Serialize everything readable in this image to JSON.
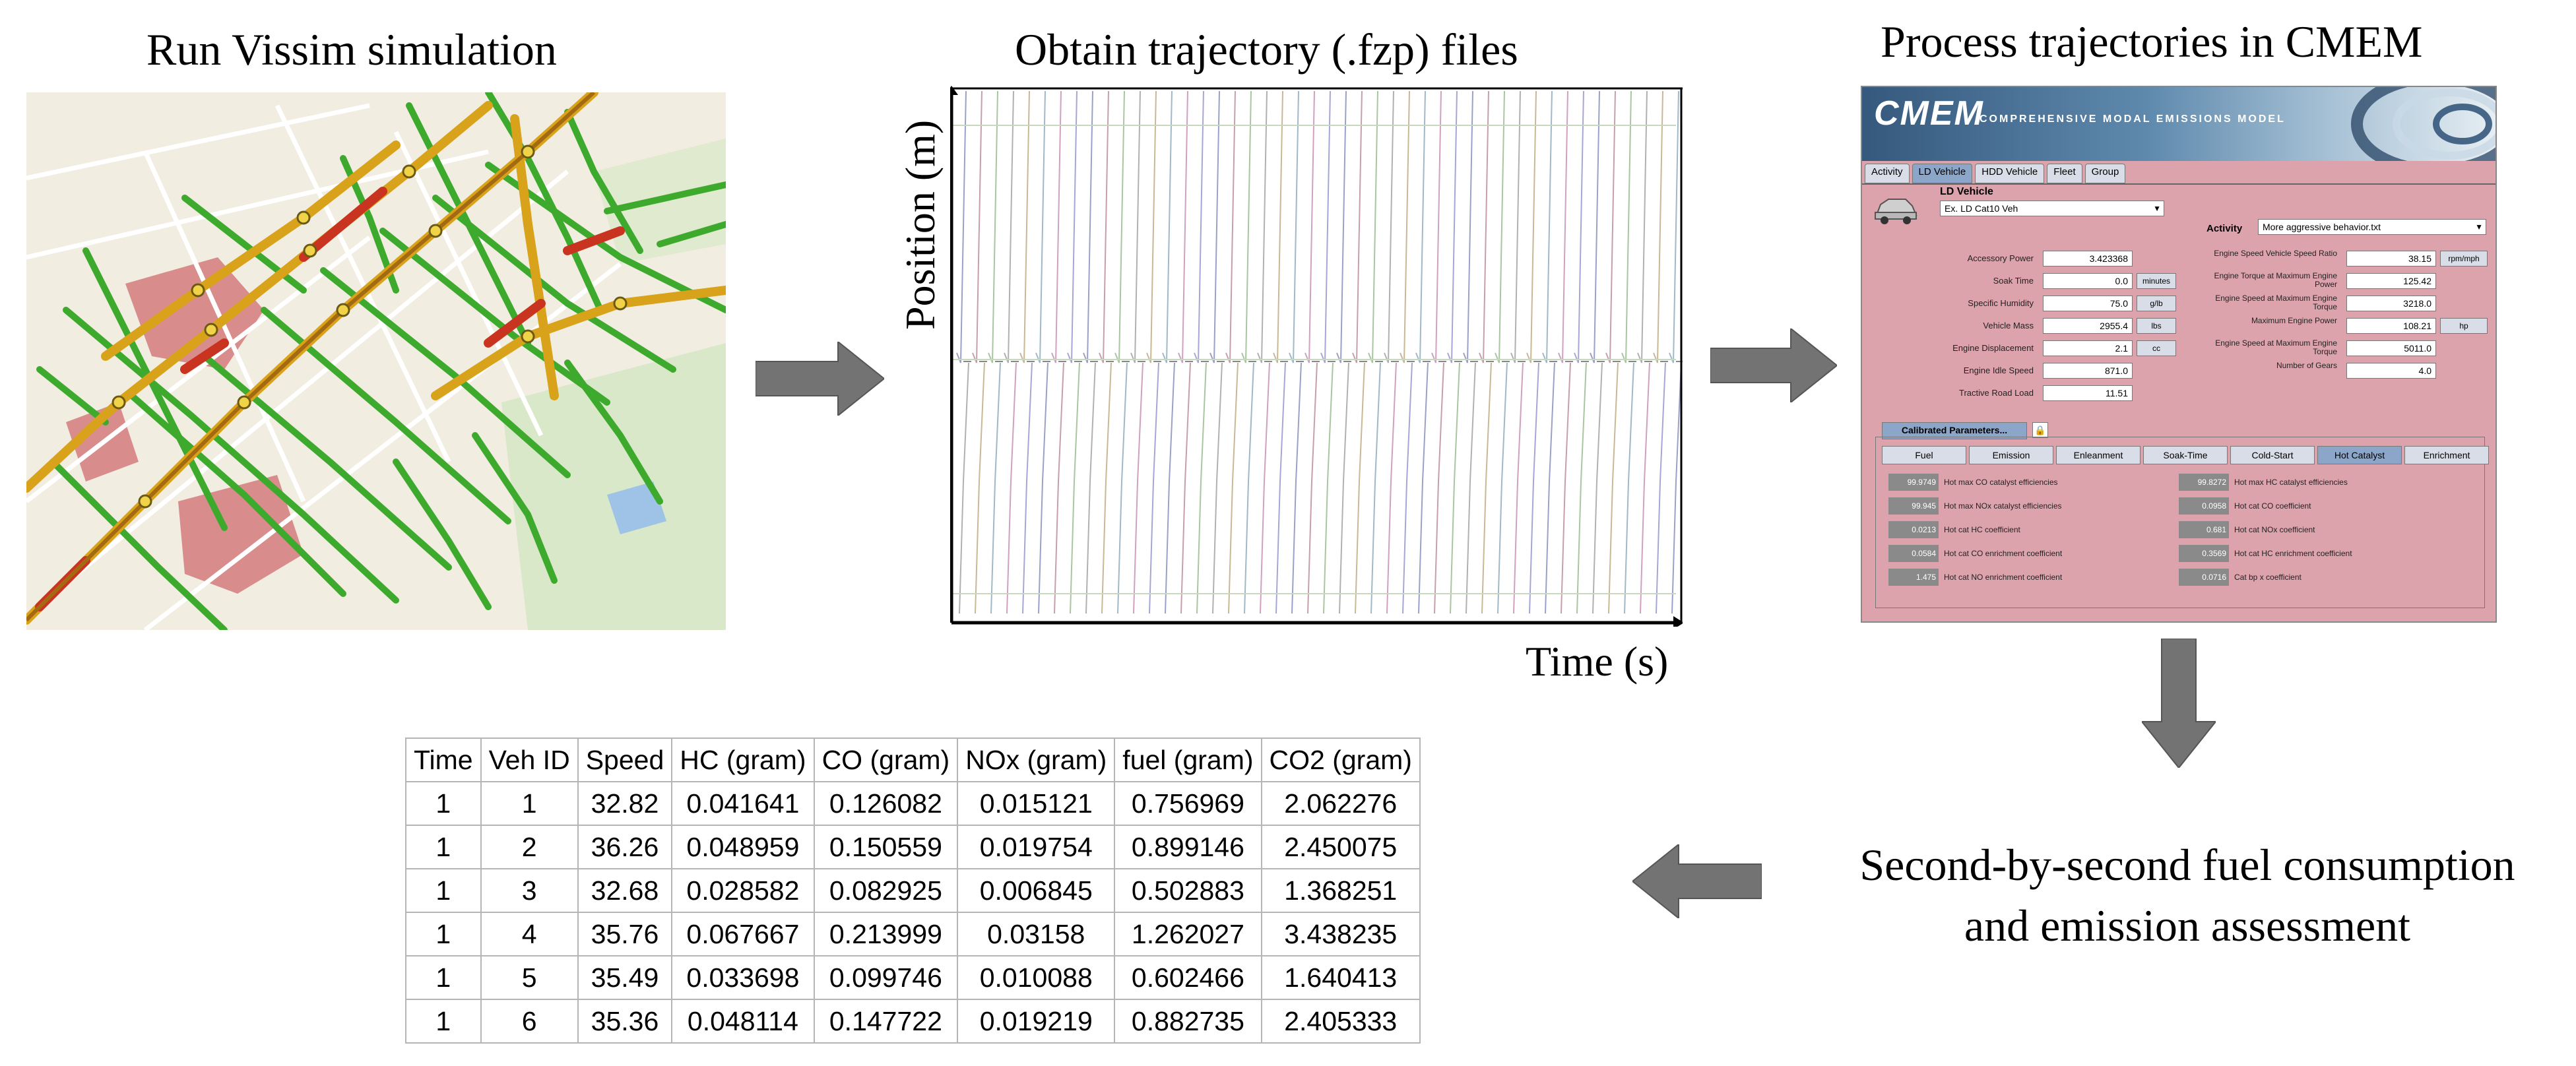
{
  "titles": {
    "step1": "Run Vissim simulation",
    "step2": "Obtain trajectory (.fzp) files",
    "step3": "Process trajectories in CMEM",
    "step4_line1": "Second-by-second fuel consumption",
    "step4_line2": "and emission assessment"
  },
  "trajectory_chart": {
    "ylabel": "Position (m)",
    "xlabel": "Time (s)"
  },
  "cmem": {
    "logo": "CMEM",
    "subtitle": "COMPREHENSIVE MODAL EMISSIONS MODEL",
    "tabs": [
      "Activity",
      "LD Vehicle",
      "HDD Vehicle",
      "Fleet",
      "Group"
    ],
    "ld_vehicle_label": "LD Vehicle",
    "vehicle_select": "Ex. LD Cat10 Veh",
    "activity_label": "Activity",
    "activity_select": "More aggressive behavior.txt",
    "left_params": [
      {
        "label": "Accessory Power",
        "value": "3.423368",
        "unit": ""
      },
      {
        "label": "Soak Time",
        "value": "0.0",
        "unit": "minutes"
      },
      {
        "label": "Specific Humidity",
        "value": "75.0",
        "unit": "g/lb"
      },
      {
        "label": "Vehicle Mass",
        "value": "2955.4",
        "unit": "lbs"
      },
      {
        "label": "Engine Displacement",
        "value": "2.1",
        "unit": "cc"
      },
      {
        "label": "Engine Idle Speed",
        "value": "871.0",
        "unit": ""
      },
      {
        "label": "Tractive Road Load",
        "value": "11.51",
        "unit": ""
      }
    ],
    "right_params": [
      {
        "label": "Engine Speed Vehicle Speed Ratio",
        "value": "38.15",
        "unit": "rpm/mph"
      },
      {
        "label": "Engine Torque at Maximum Engine Power",
        "value": "125.42",
        "unit": ""
      },
      {
        "label": "Engine Speed at Maximum Engine Torque",
        "value": "3218.0",
        "unit": ""
      },
      {
        "label": "Maximum Engine Power",
        "value": "108.21",
        "unit": "hp"
      },
      {
        "label": "Engine Speed at Maximum Engine Torque",
        "value": "5011.0",
        "unit": ""
      },
      {
        "label": "Number of Gears",
        "value": "4.0",
        "unit": ""
      }
    ],
    "calibrated_button": "Calibrated Parameters...",
    "sub_tabs": [
      "Fuel",
      "Emission",
      "Enleanment",
      "Soak-Time",
      "Cold-Start",
      "Hot Catalyst",
      "Enrichment"
    ],
    "active_sub_tab": "Hot Catalyst",
    "coefficients_left": [
      {
        "value": "99.9749",
        "label": "Hot max CO catalyst efficiencies"
      },
      {
        "value": "99.945",
        "label": "Hot max NOx catalyst efficiencies"
      },
      {
        "value": "0.0213",
        "label": "Hot cat HC coefficient"
      },
      {
        "value": "0.0584",
        "label": "Hot cat CO enrichment coefficient"
      },
      {
        "value": "1.475",
        "label": "Hot cat NO enrichment coefficient"
      }
    ],
    "coefficients_right": [
      {
        "value": "99.8272",
        "label": "Hot max HC catalyst efficiencies"
      },
      {
        "value": "0.0958",
        "label": "Hot cat CO coefficient"
      },
      {
        "value": "0.681",
        "label": "Hot cat NOx coefficient"
      },
      {
        "value": "0.3569",
        "label": "Hot cat HC enrichment coefficient"
      },
      {
        "value": "0.0716",
        "label": "Cat bp x coefficient"
      }
    ]
  },
  "table": {
    "headers": [
      "Time",
      "Veh ID",
      "Speed",
      "HC (gram)",
      "CO (gram)",
      "NOx (gram)",
      "fuel (gram)",
      "CO2 (gram)"
    ],
    "rows": [
      [
        "1",
        "1",
        "32.82",
        "0.041641",
        "0.126082",
        "0.015121",
        "0.756969",
        "2.062276"
      ],
      [
        "1",
        "2",
        "36.26",
        "0.048959",
        "0.150559",
        "0.019754",
        "0.899146",
        "2.450075"
      ],
      [
        "1",
        "3",
        "32.68",
        "0.028582",
        "0.082925",
        "0.006845",
        "0.502883",
        "1.368251"
      ],
      [
        "1",
        "4",
        "35.76",
        "0.067667",
        "0.213999",
        "0.03158",
        "1.262027",
        "3.438235"
      ],
      [
        "1",
        "5",
        "35.49",
        "0.033698",
        "0.099746",
        "0.010088",
        "0.602466",
        "1.640413"
      ],
      [
        "1",
        "6",
        "35.36",
        "0.048114",
        "0.147722",
        "0.019219",
        "0.882735",
        "2.405333"
      ]
    ]
  }
}
